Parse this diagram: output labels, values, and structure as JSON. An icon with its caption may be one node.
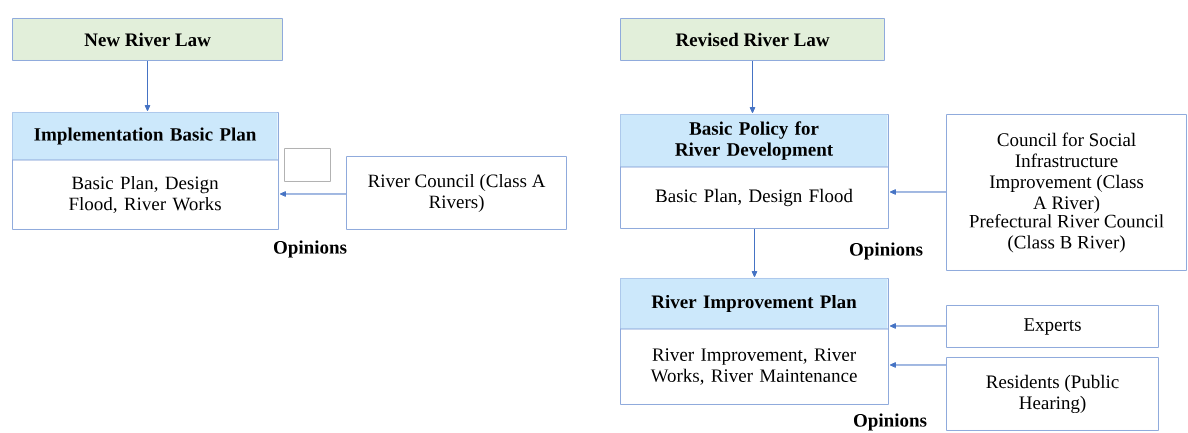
{
  "diagram": {
    "nodes": [
      {
        "text": [
          "New River Law"
        ]
      },
      {
        "text": [
          "Implementation Basic Plan",
          "Basic Plan, Design Flood, River Works"
        ]
      },
      {
        "text": [],
        "shape": "box"
      },
      {
        "text": [
          "River Council (Class A Rivers)"
        ]
      },
      {
        "text": [
          "Revised River Law"
        ]
      },
      {
        "text": [
          "Basic Policy for River Development",
          "Basic Plan, Design Flood"
        ]
      },
      {
        "text": [
          "Council for Social Infrastructure Improvement (Class A River)",
          "Prefectural River Council (Class B River)"
        ]
      },
      {
        "text": [
          "River Improvement Plan",
          "River Improvement, River Works, River Maintenance"
        ]
      },
      {
        "text": [
          "Experts"
        ]
      },
      {
        "text": [
          "Residents (Public Hearing)"
        ]
      }
    ],
    "edges": [
      {
        "from": 0,
        "to": 1,
        "arrow": "to"
      },
      {
        "from": 3,
        "to": 1,
        "arrow": "to"
      },
      {
        "from": 4,
        "to": 5,
        "arrow": "to"
      },
      {
        "from": 6,
        "to": 5,
        "arrow": "to"
      },
      {
        "from": 5,
        "to": 7,
        "arrow": "to"
      },
      {
        "from": 8,
        "to": 7,
        "arrow": "to"
      },
      {
        "from": 9,
        "to": 7,
        "arrow": "to"
      }
    ],
    "labels": [
      "Opinions",
      "Opinions",
      "Opinions"
    ]
  }
}
